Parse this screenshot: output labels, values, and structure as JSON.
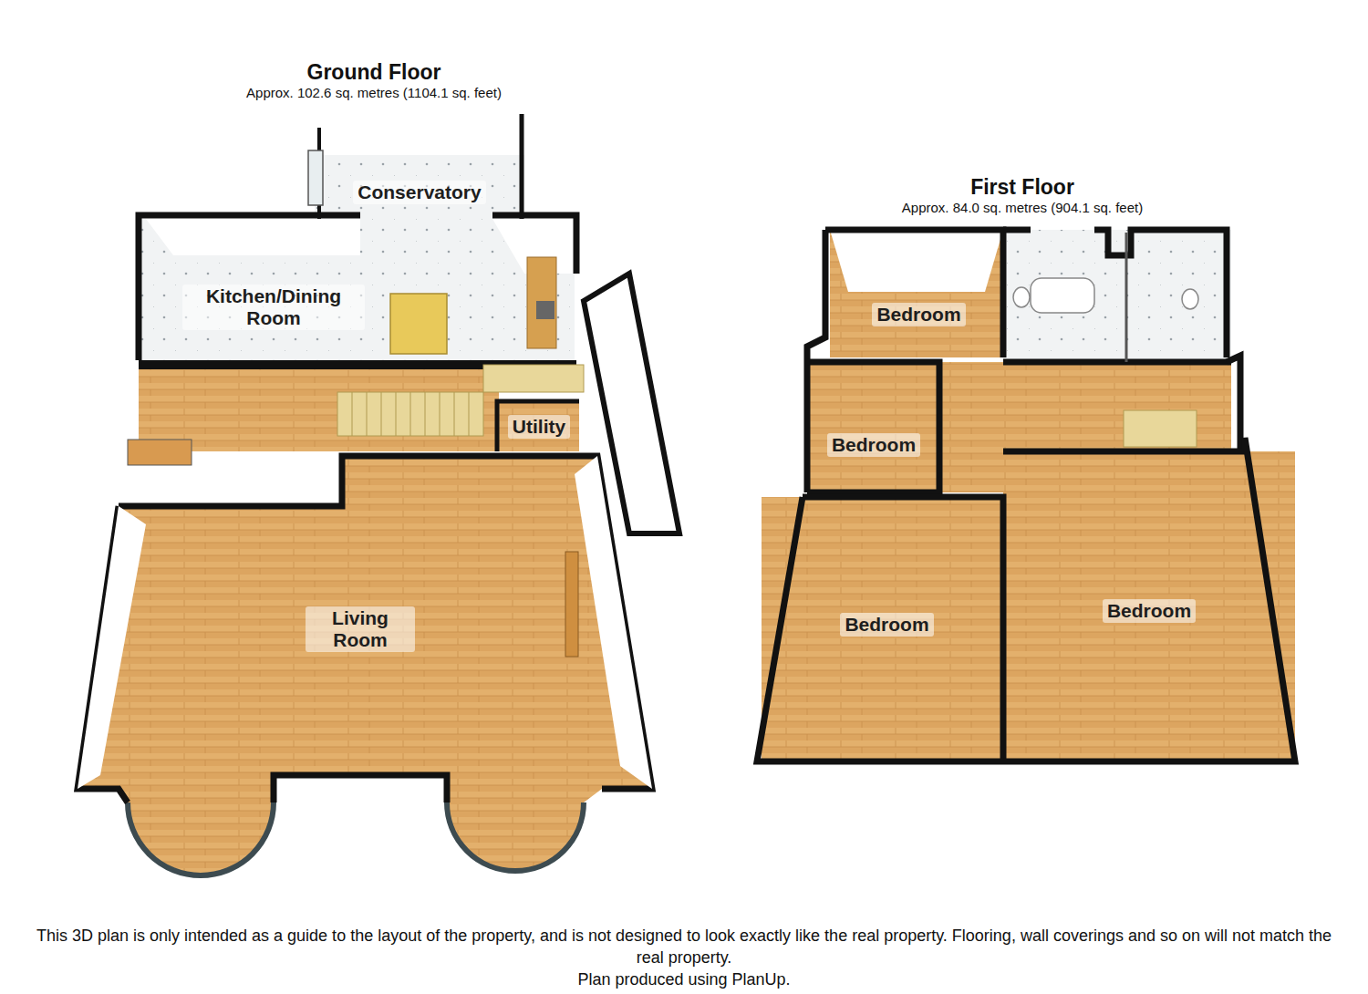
{
  "diagram": {
    "caption": "This 3D plan is only intended as a guide to the layout of the property, and is not designed to look exactly like the real property. Flooring, wall coverings and so on will not match the real property.",
    "nodes": [
      {
        "text": [
          "Ground Floor",
          "Approx. 102.6 sq. metres (1104.1 sq. feet)"
        ]
      },
      {
        "text": [
          "Conservatory"
        ],
        "in": 0
      },
      {
        "text": [
          "Kitchen/Dining Room"
        ],
        "in": 0
      },
      {
        "text": [
          "Utility"
        ],
        "in": 0
      },
      {
        "text": [
          "Living Room"
        ],
        "in": 0
      },
      {
        "text": [
          "First Floor",
          "Approx. 84.0 sq. metres (904.1 sq. feet)"
        ]
      },
      {
        "text": [
          "Bedroom"
        ],
        "in": 5
      },
      {
        "text": [
          "Bedroom"
        ],
        "in": 5
      },
      {
        "text": [
          "Bedroom"
        ],
        "in": 5
      },
      {
        "text": [
          "Bedroom"
        ],
        "in": 5
      }
    ],
    "labels": [
      "Plan produced using PlanUp."
    ]
  }
}
